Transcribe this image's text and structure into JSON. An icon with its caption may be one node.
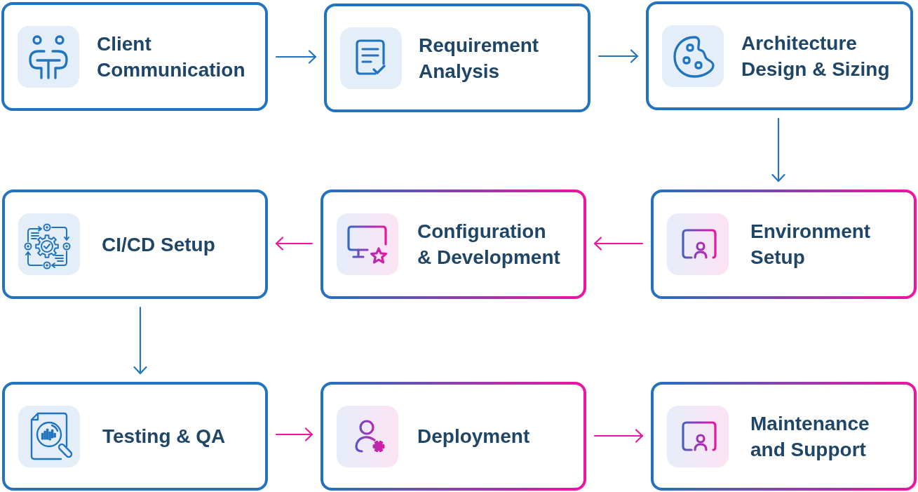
{
  "diagram": {
    "nodes": [
      {
        "text": [
          "Client Communication"
        ]
      },
      {
        "text": [
          "Requirement Analysis"
        ]
      },
      {
        "text": [
          "Architecture Design & Sizing"
        ]
      },
      {
        "text": [
          "Environment Setup"
        ]
      },
      {
        "text": [
          "Configuration & Development"
        ]
      },
      {
        "text": [
          "CI/CD Setup"
        ]
      },
      {
        "text": [
          "Testing & QA"
        ]
      },
      {
        "text": [
          "Deployment"
        ]
      },
      {
        "text": [
          "Maintenance and Support"
        ]
      }
    ],
    "edges": [
      {
        "from": 0,
        "to": 1,
        "arrow": "to"
      },
      {
        "from": 1,
        "to": 2,
        "arrow": "to"
      },
      {
        "from": 2,
        "to": 3,
        "arrow": "to"
      },
      {
        "from": 3,
        "to": 4,
        "arrow": "to",
        "color": "#ef179d"
      },
      {
        "from": 4,
        "to": 5,
        "arrow": "to",
        "color": "#ef179d"
      },
      {
        "from": 5,
        "to": 6,
        "arrow": "to"
      },
      {
        "from": 6,
        "to": 7,
        "arrow": "to",
        "color": "#ef179d"
      },
      {
        "from": 7,
        "to": 8,
        "arrow": "to",
        "color": "#ef179d"
      }
    ]
  }
}
